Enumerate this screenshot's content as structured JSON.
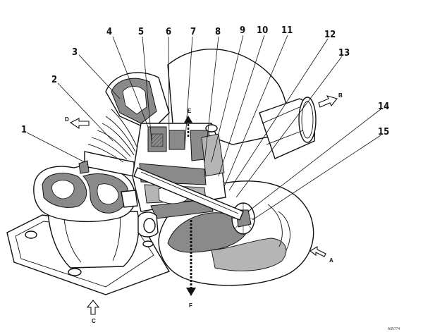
{
  "callouts": [
    {
      "number": "1"
    },
    {
      "number": "2"
    },
    {
      "number": "3"
    },
    {
      "number": "4"
    },
    {
      "number": "5"
    },
    {
      "number": "6"
    },
    {
      "number": "7"
    },
    {
      "number": "8"
    },
    {
      "number": "9"
    },
    {
      "number": "10"
    },
    {
      "number": "11"
    },
    {
      "number": "12"
    },
    {
      "number": "13"
    },
    {
      "number": "14"
    },
    {
      "number": "15"
    }
  ],
  "flow_labels": {
    "A": "A",
    "B": "B",
    "C": "C",
    "D": "D",
    "E": "E",
    "F": "F"
  },
  "figure_code": "A05774",
  "colors": {
    "line": "#111111",
    "section_fill": "#8a8a8a",
    "light_fill": "#b5b5b5",
    "background": "#ffffff"
  }
}
